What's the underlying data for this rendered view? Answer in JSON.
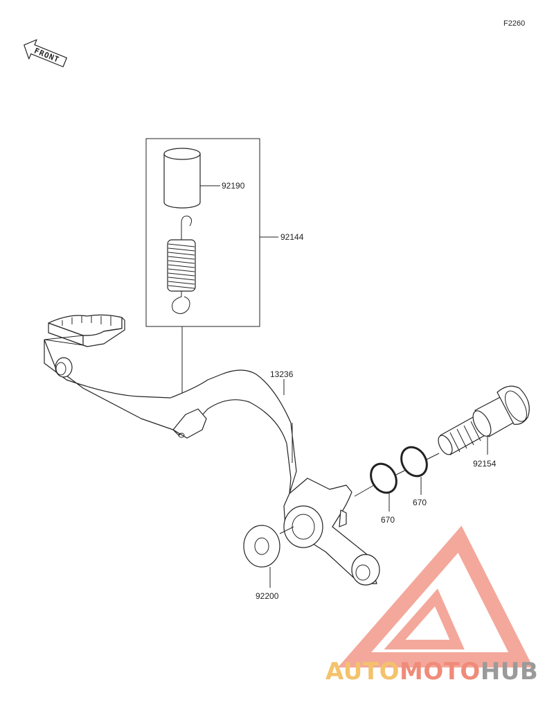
{
  "figure_ref": "F2260",
  "front_label": "FRONT",
  "parts": {
    "collar": "92190",
    "spring_kit": "92144",
    "pedal": "13236",
    "pivot_bolt": "92154",
    "o_ring_a": "670",
    "o_ring_b": "670",
    "washer": "92200"
  },
  "watermark": {
    "part1": "AUTO",
    "part2": "MOTO",
    "part3": "HUB",
    "color1": "#f4c26b",
    "color2": "#f08b7a",
    "color3": "#9a9a9a",
    "logo_color": "#f08b7a"
  }
}
